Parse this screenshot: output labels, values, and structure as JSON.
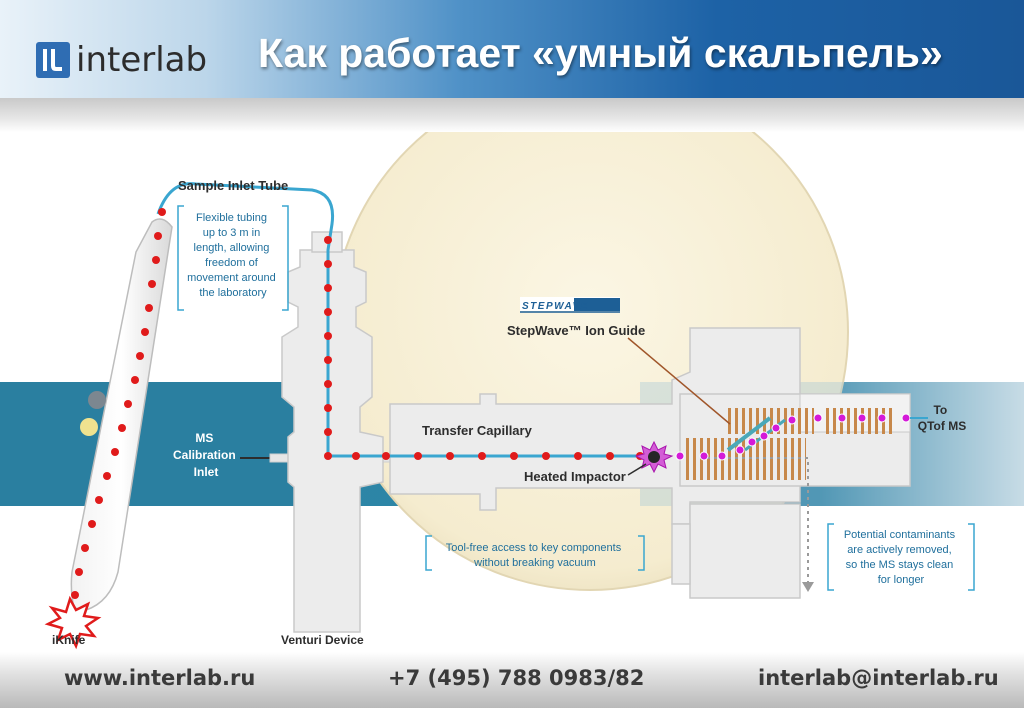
{
  "header": {
    "logo_text": "interlab",
    "title": "Как работает «умный скальпель»"
  },
  "diagram": {
    "labels": {
      "sample_inlet_tube": "Sample Inlet Tube",
      "flexible_tubing": [
        "Flexible tubing",
        "up to 3 m in",
        "length, allowing",
        "freedom of",
        "movement around",
        "the laboratory"
      ],
      "ms_calibration_inlet": [
        "MS",
        "Calibration",
        "Inlet"
      ],
      "stepwave_logo": "STEPWAVE",
      "stepwave_ion_guide": "StepWave™ Ion Guide",
      "transfer_capillary": "Transfer Capillary",
      "heated_impactor": "Heated Impactor",
      "to_qtof": [
        "To",
        "QTof MS"
      ],
      "tool_free": [
        "Tool-free access to key components",
        "without breaking vacuum"
      ],
      "contaminants": [
        "Potential contaminants",
        "are actively removed,",
        "so the MS stays clean",
        "for longer"
      ],
      "iknife": "iKnife",
      "venturi_device": "Venturi Device"
    },
    "colors": {
      "band_blue": "#2a7fa0",
      "red_dot": "#e01b1b",
      "magenta_dot": "#c21ac6",
      "tube_blue": "#3aa6d0",
      "label_dark": "#2d2d2d",
      "note_blue": "#1f6f9c",
      "bracket_blue": "#3aa6d0",
      "grille_orange": "#c7884a"
    }
  },
  "footer": {
    "website": "www.interlab.ru",
    "phone": "+7 (495) 788 0983/82",
    "email": "interlab@interlab.ru"
  }
}
